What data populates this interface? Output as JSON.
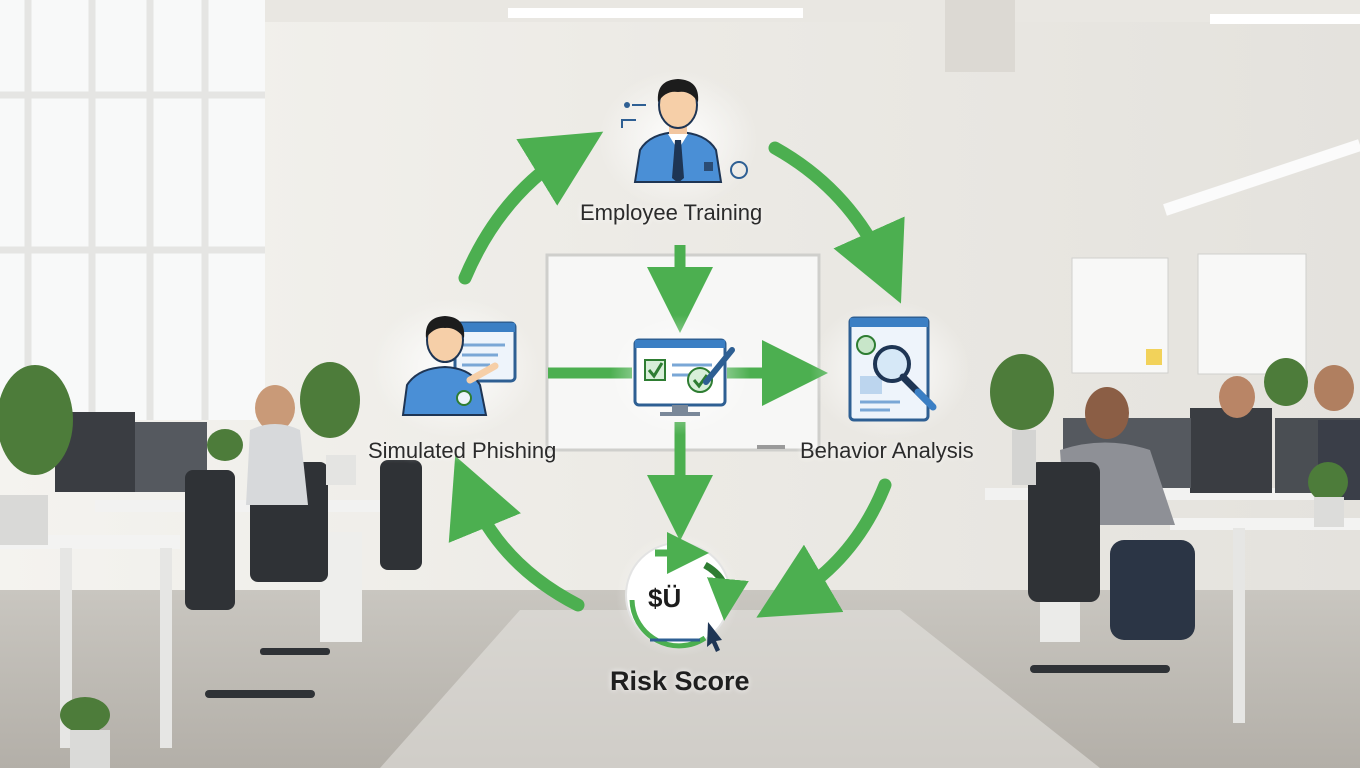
{
  "diagram": {
    "nodes": {
      "top": {
        "label": "Employee Training",
        "icon": "employee-icon"
      },
      "left": {
        "label": "Simulated Phishing",
        "icon": "phishing-screen-icon"
      },
      "right": {
        "label": "Behavior Analysis",
        "icon": "magnifier-report-icon"
      },
      "bottom": {
        "label": "Risk Score",
        "icon": "risk-score-gauge-icon",
        "badge_text": "$Ü"
      },
      "center": {
        "icon": "monitor-check-icon"
      }
    },
    "colors": {
      "arrow_green": "#4caf50",
      "icon_blue": "#3b7fc4",
      "text": "#2b2b2b"
    }
  }
}
